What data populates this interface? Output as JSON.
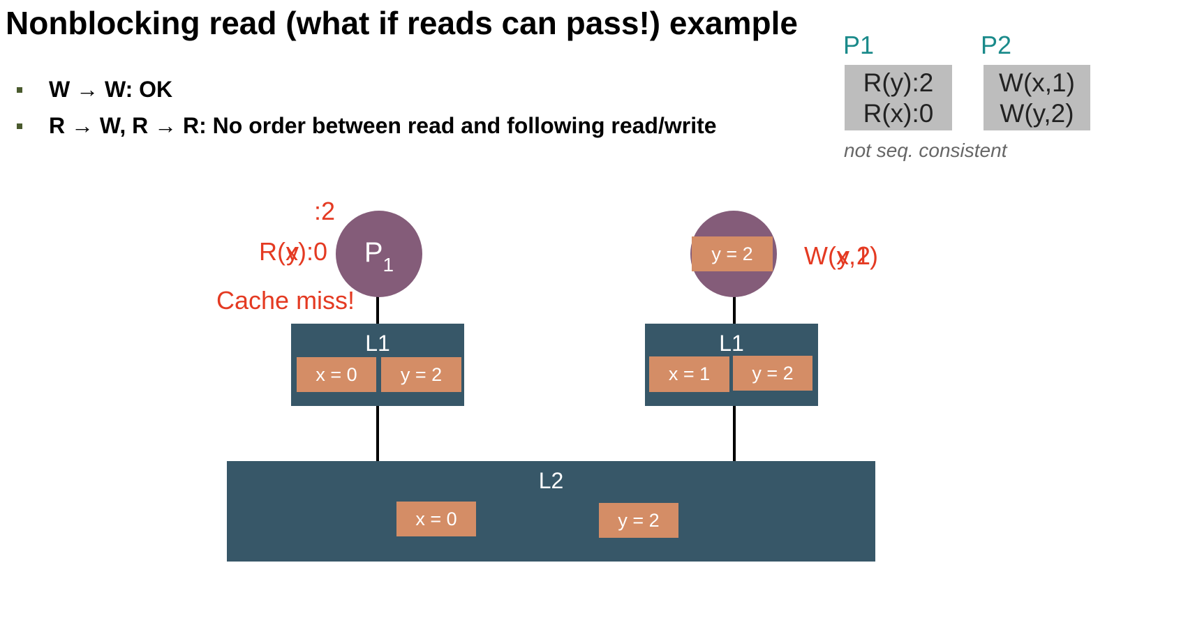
{
  "slide": {
    "title": "Nonblocking read (what if reads can pass!) example",
    "bullets": [
      "W → W: OK",
      "R → W, R → R: No order between read and following read/write"
    ]
  },
  "sequence": {
    "p1_header": "P1",
    "p2_header": "P2",
    "p1_ops": [
      "R(y):2",
      "R(x):0"
    ],
    "p2_ops": [
      "W(x,1)",
      "W(y,2)"
    ],
    "note": "not seq. consistent"
  },
  "processors": {
    "p1": {
      "name": "P",
      "subscript": "1",
      "annot_value_top": ":2",
      "annot_read_prefix": "R(",
      "annot_read_var": "x",
      "annot_read_var_overlay": "y",
      "annot_read_suffix": "):0",
      "annot_miss": "Cache miss!"
    },
    "p2": {
      "overlay_cell": "y = 2",
      "annot_write_prefix": "W(",
      "annot_write_var": "x",
      "annot_write_var_overlay": "y",
      "annot_write_sep": ",",
      "annot_write_val": "1",
      "annot_write_val_overlay": "2",
      "annot_write_suffix": ")"
    }
  },
  "caches": {
    "l1_left": {
      "label": "L1",
      "cells": [
        "x = 0",
        "y = 2"
      ]
    },
    "l1_right": {
      "label": "L1",
      "cells": [
        "x = 1",
        "y = 2"
      ]
    },
    "l2": {
      "label": "L2",
      "cells": [
        "x = 0",
        "y = 2"
      ]
    }
  }
}
